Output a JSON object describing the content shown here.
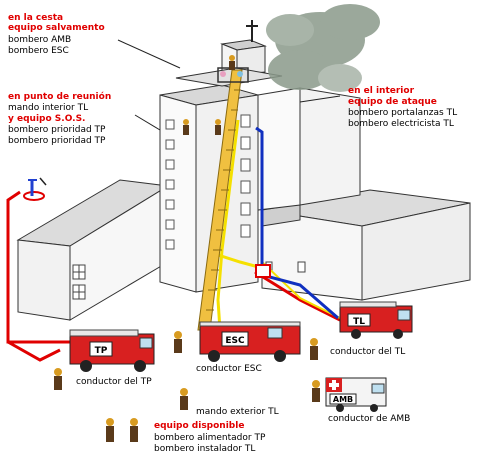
{
  "labels": {
    "cesta_head1": "en la cesta",
    "cesta_head2": "equipo salvamento",
    "cesta_amb": "bombero AMB",
    "cesta_esc": "bombero ESC",
    "reunion_head": "en punto de reunión",
    "reunion_mando": "mando interior TL",
    "reunion_sos": "y equipo S.O.S.",
    "reunion_tp1": "bombero prioridad TP",
    "reunion_tp2": "bombero prioridad TP",
    "interior_head1": "en el interior",
    "interior_head2": "equipo de ataque",
    "interior_portal": "bombero portalanzas TL",
    "interior_elec": "bombero electricista TL",
    "conductor_tl": "conductor del TL",
    "conductor_tp": "conductor del TP",
    "conductor_esc": "conductor ESC",
    "mando_ext": "mando exterior TL",
    "equipo_disp": "equipo disponible",
    "bombero_alim": "bombero alimentador TP",
    "bombero_inst": "bombero instalador TL",
    "conductor_amb": "conductor de AMB"
  },
  "vehicles": {
    "tp": "TP",
    "esc": "ESC",
    "tl": "TL",
    "amb": "AMB"
  },
  "colors": {
    "annotation_red": "#e00000",
    "hose_red": "#e00000",
    "hose_yellow": "#f5e000",
    "hose_blue": "#1030c0",
    "truck_red": "#d82020",
    "smoke": "#8a9a8a",
    "ladder": "#f0c040"
  }
}
